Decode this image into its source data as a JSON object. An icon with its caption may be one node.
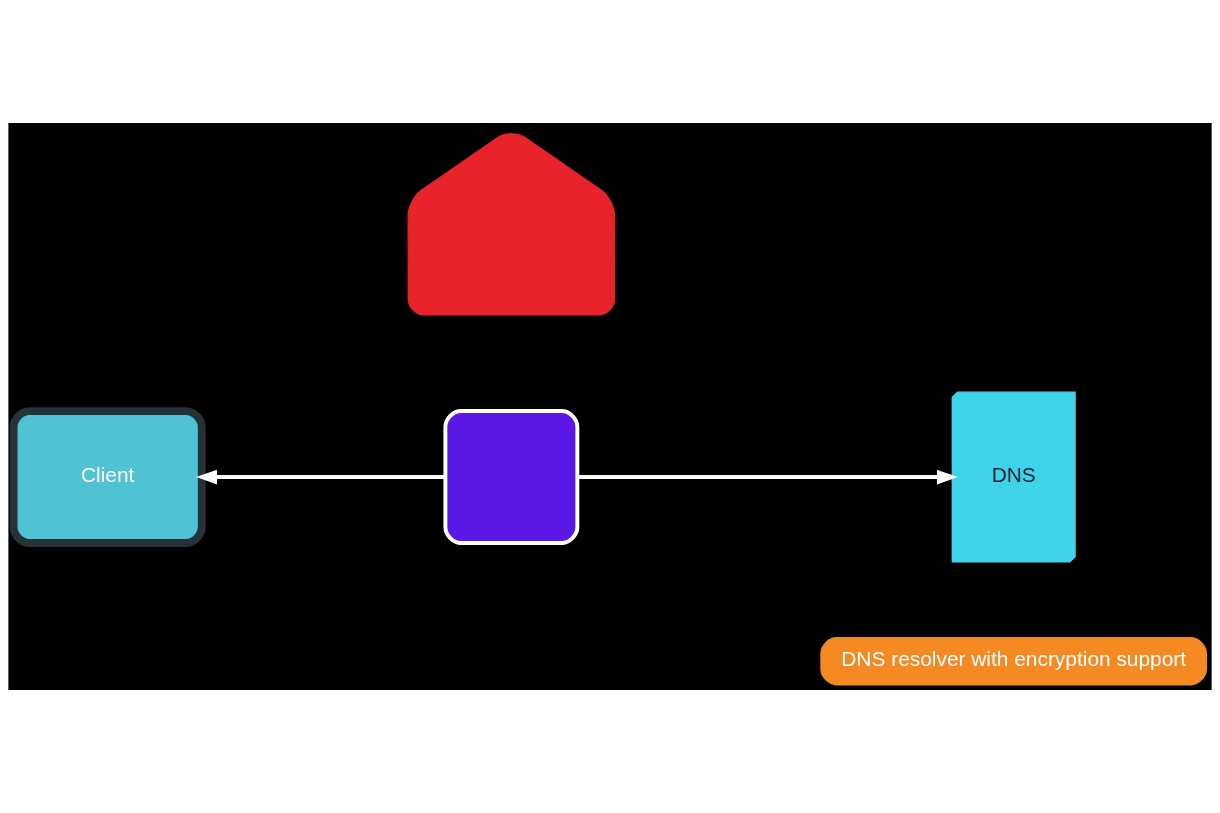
{
  "diagram": {
    "nodes": [
      {
        "text": [],
        "shape": "person"
      },
      {
        "text": [
          "Client"
        ]
      },
      {
        "text": [],
        "shape": "box"
      },
      {
        "text": [
          "DNS"
        ]
      },
      {
        "text": [
          "DNS resolver with encryption support"
        ]
      }
    ],
    "edges": [
      {
        "from": 2,
        "to": 1,
        "arrow": "to"
      },
      {
        "from": 2,
        "to": 3,
        "arrow": "to"
      }
    ]
  }
}
